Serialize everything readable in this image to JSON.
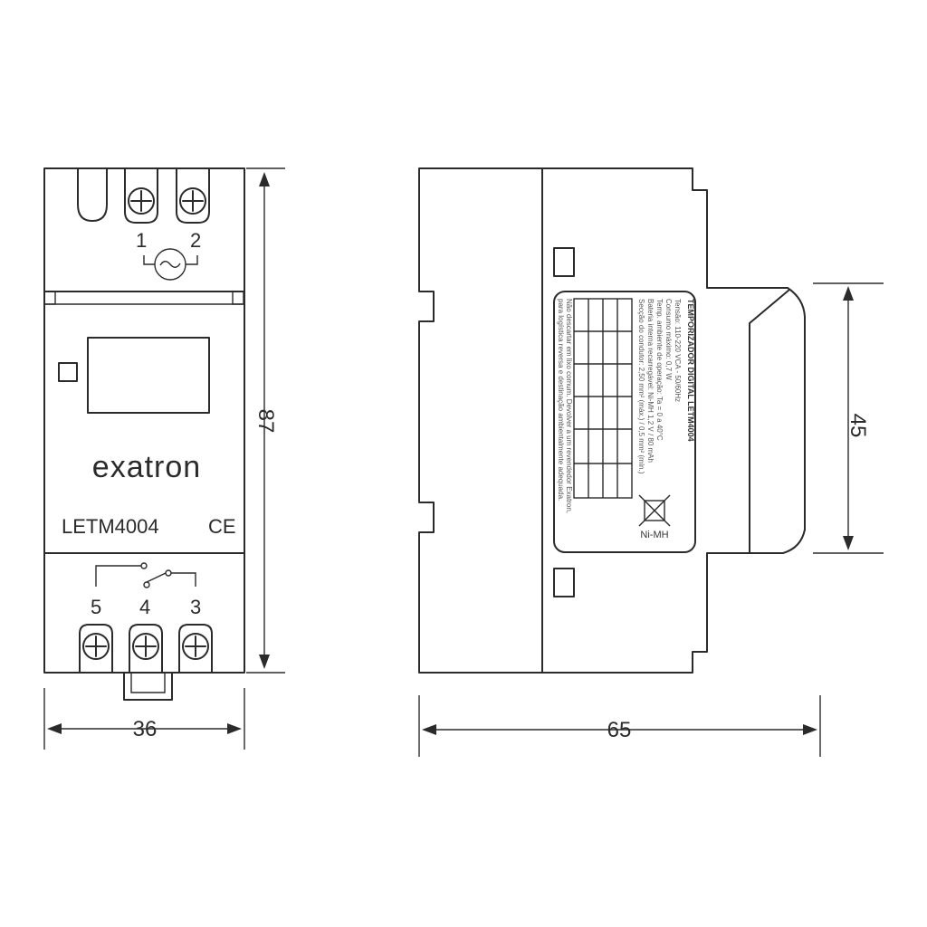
{
  "front_view": {
    "brand": "exatron",
    "model": "LETM4004",
    "ce_mark": "CE",
    "terminal_top_left": "1",
    "terminal_top_right": "2",
    "ac_symbol": "~",
    "terminal_bottom_left": "5",
    "terminal_bottom_mid": "4",
    "terminal_bottom_right": "3",
    "width_dim": "36",
    "height_dim": "87"
  },
  "side_view": {
    "depth_dim": "65",
    "rail_dim": "45",
    "label": {
      "title": "TEMPORIZADOR DIGITAL LETM4004",
      "lines": [
        "Tensão: 110-220 VCA - 50/60Hz",
        "Consumo máximo: 0,7 W",
        "Temp. ambiente de operação: Ta = 0 a 40°C",
        "Bateria interna recarregável: Ni-MH 1,2 V / 80 mAh",
        "Secção do condutor: 2,50 mm² (máx.) / 0,5 mm² (mín.)"
      ],
      "footer_lines": [
        "Não descartar em lixo comum. Devolver a um revendedor Exatron,",
        "para logística reversa e destinação ambientalmente adequada."
      ],
      "battery_mark": "Ni-MH"
    }
  }
}
